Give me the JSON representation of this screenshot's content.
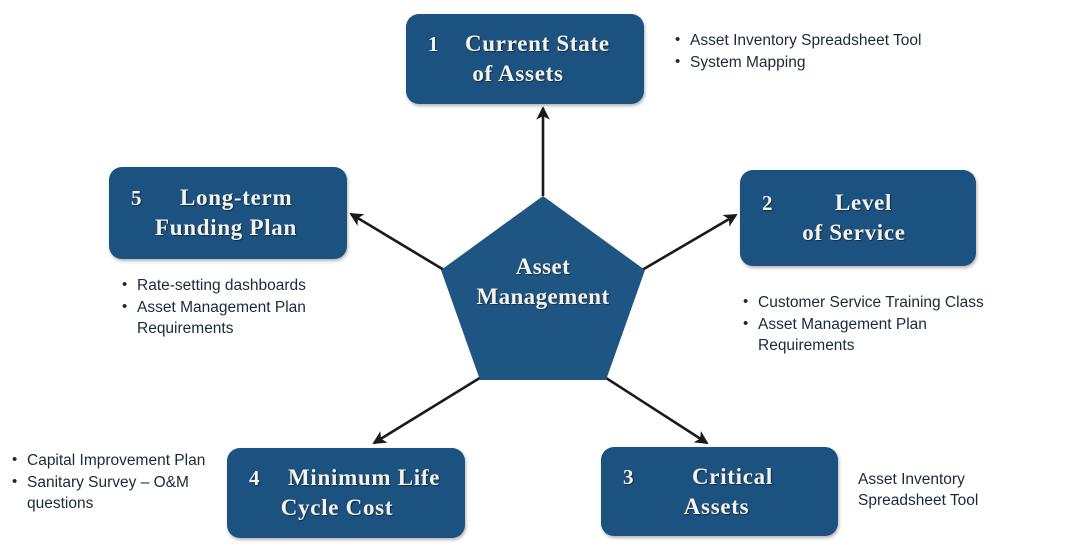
{
  "diagram": {
    "title": "Asset Management",
    "center": {
      "label_line_1": "Asset",
      "label_line_2": "Management",
      "shape": "pentagon",
      "fill_color": "#1F5583"
    },
    "box_fill_color": "#1C5280",
    "box_text_color": "#F4F2EA",
    "arrow_color": "#1A1A1A",
    "note_text_color": "#1B2A3A",
    "steps": [
      {
        "number": "1",
        "title_line_1": "Current State",
        "title_line_2": "of Assets",
        "position": "top",
        "notes": [
          "Asset Inventory Spreadsheet Tool",
          "System Mapping"
        ],
        "notes_style": "bulleted"
      },
      {
        "number": "2",
        "title_line_1": "Level",
        "title_line_2": "of Service",
        "position": "right",
        "notes": [
          "Customer Service Training Class",
          "Asset Management Plan Requirements"
        ],
        "notes_style": "bulleted"
      },
      {
        "number": "3",
        "title_line_1": "Critical",
        "title_line_2": "Assets",
        "position": "bottom-right",
        "notes": [
          "Asset Inventory Spreadsheet Tool"
        ],
        "notes_style": "plain"
      },
      {
        "number": "4",
        "title_line_1": "Minimum Life",
        "title_line_2": "Cycle Cost",
        "position": "bottom-left",
        "notes": [
          "Capital Improvement Plan",
          "Sanitary Survey – O&M questions"
        ],
        "notes_style": "bulleted"
      },
      {
        "number": "5",
        "title_line_1": "Long-term",
        "title_line_2": "Funding Plan",
        "position": "left",
        "notes": [
          "Rate-setting dashboards",
          "Asset Management Plan Requirements"
        ],
        "notes_style": "bulleted"
      }
    ],
    "arrows": [
      {
        "from": "center",
        "to": "step-1",
        "direction": "up"
      },
      {
        "from": "center",
        "to": "step-2",
        "direction": "up-right"
      },
      {
        "from": "center",
        "to": "step-3",
        "direction": "down-right"
      },
      {
        "from": "center",
        "to": "step-4",
        "direction": "down-left"
      },
      {
        "from": "center",
        "to": "step-5",
        "direction": "up-left"
      }
    ]
  }
}
